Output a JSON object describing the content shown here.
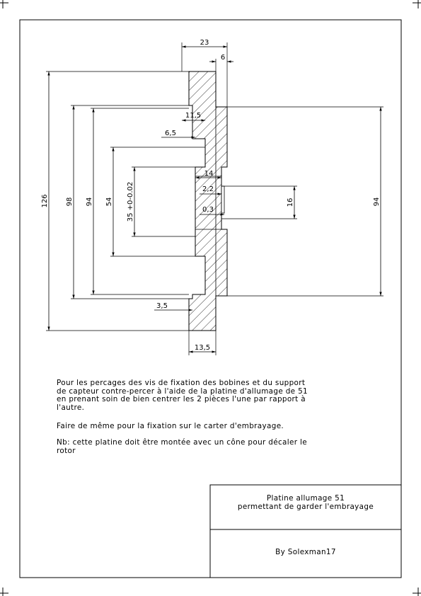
{
  "dimensions": {
    "d23": "23",
    "d6": "6",
    "d11_5": "11,5",
    "d6_5": "6,5",
    "d14": "14",
    "d2_2": "2,2",
    "d0_3": "0,3",
    "d16": "16",
    "d126": "126",
    "d98": "98",
    "d94_left": "94",
    "d54": "54",
    "d35": "35 +0-0.02",
    "d94_right": "94",
    "d3_5": "3,5",
    "d13_5": "13,5"
  },
  "notes": {
    "paragraph1": [
      "Pour les percages des vis de fixation des bobines et du support",
      "de capteur contre-percer à l'aide de la platine d'allumage de 51",
      "en prenant soin de bien centrer les 2 pièces l'une par rapport à",
      "l'autre."
    ],
    "paragraph2": "Faire de même pour la fixation sur le carter d'embrayage.",
    "paragraph3": [
      "Nb: cette platine doit être montée avec un cône pour décaler le",
      "rotor"
    ]
  },
  "title_block": {
    "title_line1": "Platine allumage 51",
    "title_line2": "permettant de garder l'embrayage",
    "author": "By Solexman17"
  }
}
